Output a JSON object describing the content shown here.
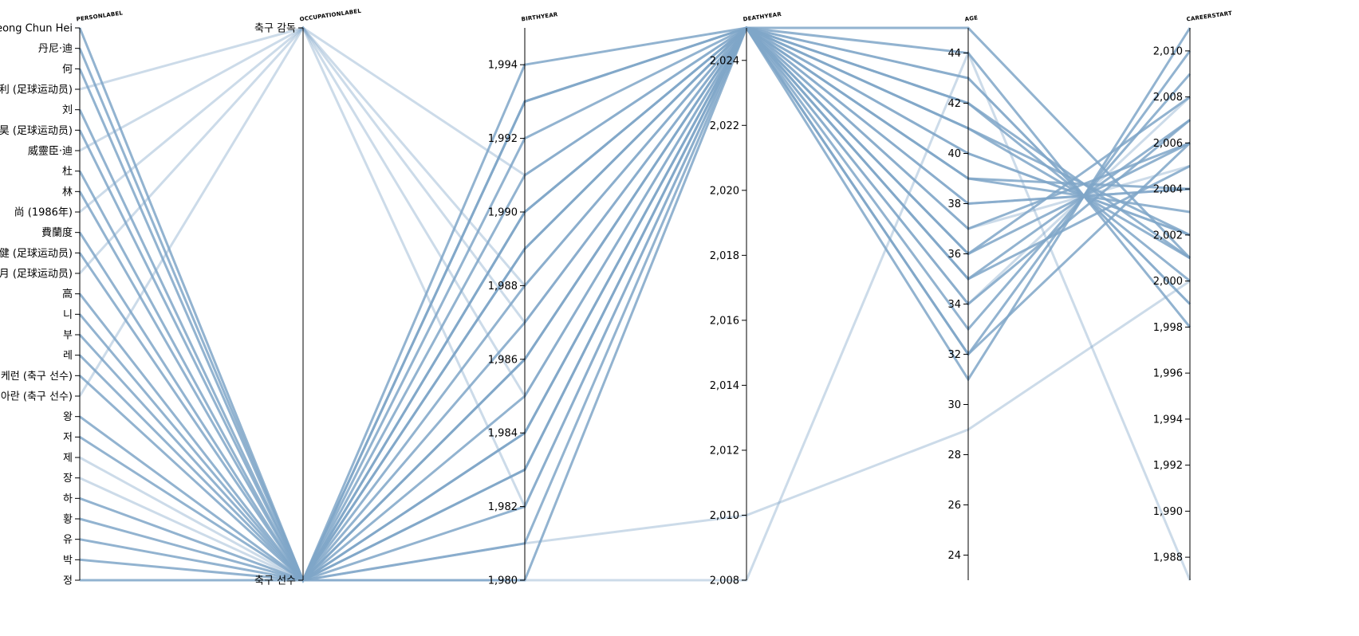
{
  "chart_data": {
    "type": "parallel-coordinates",
    "line_color": "#7fa6c8",
    "dimensions": [
      {
        "key": "personLabel",
        "title": "PERSONLABEL",
        "kind": "ordinal"
      },
      {
        "key": "occupationLabel",
        "title": "OCCUPATIONLABEL",
        "kind": "ordinal",
        "categories": [
          "축구 감독",
          "축구 선수"
        ]
      },
      {
        "key": "birthYear",
        "title": "BIRTHYEAR",
        "kind": "linear",
        "domain": [
          1980,
          1995
        ],
        "ticks": [
          1980,
          1982,
          1984,
          1986,
          1988,
          1990,
          1992,
          1994
        ],
        "tick_labels": [
          "1,980",
          "1,982",
          "1,984",
          "1,986",
          "1,988",
          "1,990",
          "1,992",
          "1,994"
        ]
      },
      {
        "key": "deathYear",
        "title": "DEATHYEAR",
        "kind": "linear",
        "domain": [
          2008,
          2025
        ],
        "ticks": [
          2008,
          2010,
          2012,
          2014,
          2016,
          2018,
          2020,
          2022,
          2024
        ],
        "tick_labels": [
          "2,008",
          "2,010",
          "2,012",
          "2,014",
          "2,016",
          "2,018",
          "2,020",
          "2,022",
          "2,024"
        ]
      },
      {
        "key": "age",
        "title": "AGE",
        "kind": "linear",
        "domain": [
          23,
          45
        ],
        "ticks": [
          24,
          26,
          28,
          30,
          32,
          34,
          36,
          38,
          40,
          42,
          44
        ],
        "tick_labels": [
          "24",
          "26",
          "28",
          "30",
          "32",
          "34",
          "36",
          "38",
          "40",
          "42",
          "44"
        ]
      },
      {
        "key": "careerStart",
        "title": "CAREERSTART",
        "kind": "linear",
        "domain": [
          1987,
          2011
        ],
        "ticks": [
          1988,
          1990,
          1992,
          1994,
          1996,
          1998,
          2000,
          2002,
          2004,
          2006,
          2008,
          2010
        ],
        "tick_labels": [
          "1,988",
          "1,990",
          "1,992",
          "1,994",
          "1,996",
          "1,998",
          "2,000",
          "2,002",
          "2,004",
          "2,006",
          "2,008",
          "2,010"
        ]
      }
    ],
    "records": [
      {
        "personLabel": "Leong Chun Hei",
        "occupationLabel": "축구 선수",
        "birthYear": 1994,
        "deathYear": 2025,
        "age": 31,
        "careerStart": 2011
      },
      {
        "personLabel": "丹尼·迪",
        "occupationLabel": "축구 선수",
        "birthYear": 1993,
        "deathYear": 2025,
        "age": 32,
        "careerStart": 2010
      },
      {
        "personLabel": "何",
        "occupationLabel": "축구 선수",
        "birthYear": 1992,
        "deathYear": 2025,
        "age": 33,
        "careerStart": 2009
      },
      {
        "personLabel": "利 (足球运动员)",
        "occupationLabel": "축구 감독",
        "birthYear": 1991,
        "deathYear": 2025,
        "age": 34,
        "careerStart": 2008
      },
      {
        "personLabel": "刘",
        "occupationLabel": "축구 선수",
        "birthYear": 1990,
        "deathYear": 2025,
        "age": 35,
        "careerStart": 2007
      },
      {
        "personLabel": "昊 (足球运动员)",
        "occupationLabel": "축구 선수",
        "birthYear": 1989,
        "deathYear": 2025,
        "age": 36,
        "careerStart": 2006
      },
      {
        "personLabel": "威靈臣·迪",
        "occupationLabel": "축구 감독",
        "birthYear": 1988,
        "deathYear": 2025,
        "age": 37,
        "careerStart": 2005
      },
      {
        "personLabel": "杜",
        "occupationLabel": "축구 선수",
        "birthYear": 1987,
        "deathYear": 2025,
        "age": 38,
        "careerStart": 2004
      },
      {
        "personLabel": "林",
        "occupationLabel": "축구 선수",
        "birthYear": 1986,
        "deathYear": 2025,
        "age": 39,
        "careerStart": 2003
      },
      {
        "personLabel": "尚 (1986年)",
        "occupationLabel": "축구 감독",
        "birthYear": 1985,
        "deathYear": 2025,
        "age": 40,
        "careerStart": 2002
      },
      {
        "personLabel": "費蘭度",
        "occupationLabel": "축구 선수",
        "birthYear": 1984,
        "deathYear": 2025,
        "age": 41,
        "careerStart": 2001
      },
      {
        "personLabel": "健 (足球运动员)",
        "occupationLabel": "축구 선수",
        "birthYear": 1983,
        "deathYear": 2025,
        "age": 42,
        "careerStart": 2000
      },
      {
        "personLabel": "月 (足球运动员)",
        "occupationLabel": "축구 감독",
        "birthYear": 1982,
        "deathYear": 2025,
        "age": 43,
        "careerStart": 1999
      },
      {
        "personLabel": "高",
        "occupationLabel": "축구 선수",
        "birthYear": 1981,
        "deathYear": 2025,
        "age": 44,
        "careerStart": 1998
      },
      {
        "personLabel": "니",
        "occupationLabel": "축구 선수",
        "birthYear": 1980,
        "deathYear": 2025,
        "age": 45,
        "careerStart": 2001
      },
      {
        "personLabel": "부",
        "occupationLabel": "축구 선수",
        "birthYear": 1993,
        "deathYear": 2025,
        "age": 32,
        "careerStart": 2006
      },
      {
        "personLabel": "레",
        "occupationLabel": "축구 선수",
        "birthYear": 1991,
        "deathYear": 2025,
        "age": 34,
        "careerStart": 2007
      },
      {
        "personLabel": "케런 (축구 선수)",
        "occupationLabel": "축구 선수",
        "birthYear": 1989,
        "deathYear": 2025,
        "age": 36,
        "careerStart": 2008
      },
      {
        "personLabel": "아란 (축구 선수)",
        "occupationLabel": "축구 감독",
        "birthYear": 1987,
        "deathYear": 2025,
        "age": 38,
        "careerStart": 2004
      },
      {
        "personLabel": "왕",
        "occupationLabel": "축구 선수",
        "birthYear": 1985,
        "deathYear": 2025,
        "age": 40,
        "careerStart": 2002
      },
      {
        "personLabel": "저",
        "occupationLabel": "축구 선수",
        "birthYear": 1983,
        "deathYear": 2025,
        "age": 42,
        "careerStart": 2001
      },
      {
        "personLabel": "제",
        "occupationLabel": "축구 선수",
        "birthYear": 1981,
        "deathYear": 2010,
        "age": 29,
        "careerStart": 2000
      },
      {
        "personLabel": "장",
        "occupationLabel": "축구 선수",
        "birthYear": 1980,
        "deathYear": 2008,
        "age": 44,
        "careerStart": 1987
      },
      {
        "personLabel": "하",
        "occupationLabel": "축구 선수",
        "birthYear": 1988,
        "deathYear": 2025,
        "age": 37,
        "careerStart": 2006
      },
      {
        "personLabel": "황",
        "occupationLabel": "축구 선수",
        "birthYear": 1986,
        "deathYear": 2025,
        "age": 39,
        "careerStart": 2004
      },
      {
        "personLabel": "유",
        "occupationLabel": "축구 선수",
        "birthYear": 1990,
        "deathYear": 2025,
        "age": 35,
        "careerStart": 2005
      },
      {
        "personLabel": "박",
        "occupationLabel": "축구 선수",
        "birthYear": 1984,
        "deathYear": 2025,
        "age": 41,
        "careerStart": 2002
      },
      {
        "personLabel": "정",
        "occupationLabel": "축구 선수",
        "birthYear": 1982,
        "deathYear": 2025,
        "age": 43,
        "careerStart": 1999
      }
    ]
  }
}
